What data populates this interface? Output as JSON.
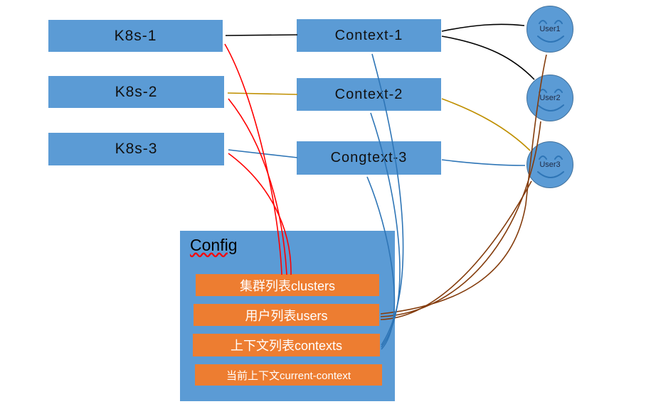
{
  "clusters": [
    {
      "label": "K8s-1"
    },
    {
      "label": "K8s-2"
    },
    {
      "label": "K8s-3"
    }
  ],
  "contexts": [
    {
      "label": "Context-1"
    },
    {
      "label": "Context-2"
    },
    {
      "label": "Congtext-3"
    }
  ],
  "users": [
    {
      "label": "User1"
    },
    {
      "label": "User2"
    },
    {
      "label": "User3"
    }
  ],
  "config": {
    "title": "Config",
    "items": [
      {
        "label": "集群列表clusters"
      },
      {
        "label": "用户列表users"
      },
      {
        "label": "上下文列表contexts"
      },
      {
        "label": "当前上下文current-context"
      }
    ]
  },
  "palette": {
    "node_blue": "#5B9BD5",
    "node_border": "#41719C",
    "orange": "#ED7D31",
    "arrow_black": "#000000",
    "arrow_olive": "#BF8F00",
    "arrow_blue": "#2E75B6",
    "arrow_red": "#FF0000",
    "arrow_brown": "#843C0C",
    "title_underline": "#FF0000"
  },
  "edges": [
    {
      "from": "Context-1",
      "to": "K8s-1",
      "color": "black"
    },
    {
      "from": "Context-1",
      "to": "User1",
      "color": "black"
    },
    {
      "from": "Context-1",
      "to": "User2",
      "color": "black"
    },
    {
      "from": "Context-2",
      "to": "K8s-2",
      "color": "olive"
    },
    {
      "from": "Context-2",
      "to": "User3",
      "color": "olive"
    },
    {
      "from": "Congtext-3",
      "to": "K8s-3",
      "color": "blue"
    },
    {
      "from": "Congtext-3",
      "to": "User3",
      "color": "blue"
    },
    {
      "from": "集群列表clusters",
      "to": "K8s-1",
      "color": "red"
    },
    {
      "from": "集群列表clusters",
      "to": "K8s-2",
      "color": "red"
    },
    {
      "from": "集群列表clusters",
      "to": "K8s-3",
      "color": "red"
    },
    {
      "from": "用户列表users",
      "to": "User1",
      "color": "brown"
    },
    {
      "from": "用户列表users",
      "to": "User2",
      "color": "brown"
    },
    {
      "from": "用户列表users",
      "to": "User3",
      "color": "brown"
    },
    {
      "from": "上下文列表contexts",
      "to": "Context-1",
      "color": "blue"
    },
    {
      "from": "上下文列表contexts",
      "to": "Context-2",
      "color": "blue"
    },
    {
      "from": "上下文列表contexts",
      "to": "Congtext-3",
      "color": "blue"
    }
  ]
}
